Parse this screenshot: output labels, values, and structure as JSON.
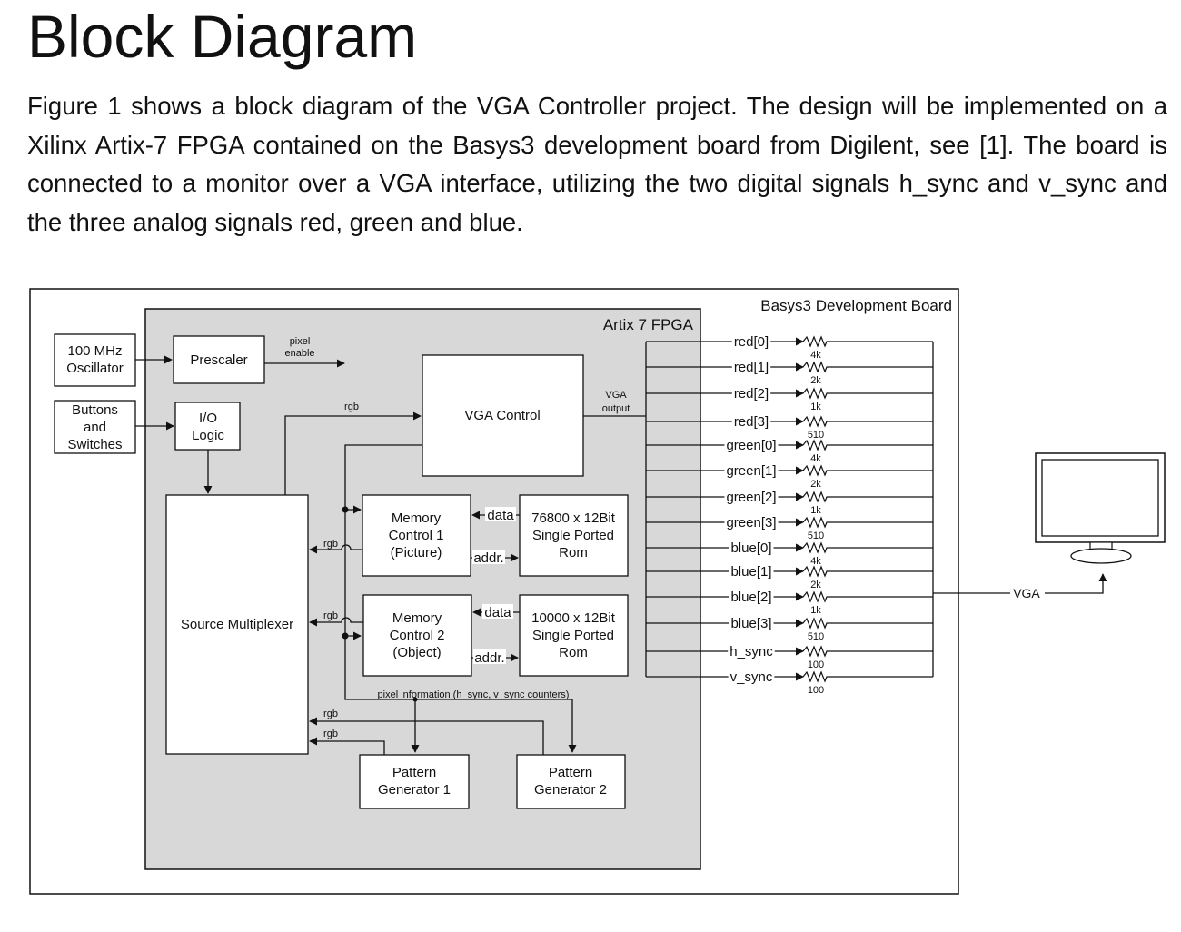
{
  "heading": "Block Diagram",
  "paragraph": "Figure 1 shows a block diagram of the VGA Controller project. The design will be implemented on a Xilinx Artix-7 FPGA contained on the Basys3 development board from Digilent, see [1]. The board is connected to a monitor over a VGA interface, utilizing the two digital signals h_sync and v_sync and the three analog signals red, green and blue.",
  "diagram": {
    "board_label": "Basys3 Development Board",
    "fpga_label": "Artix 7 FPGA",
    "oscillator": [
      "100 MHz",
      "Oscillator"
    ],
    "buttons": [
      "Buttons",
      "and",
      "Switches"
    ],
    "prescaler": "Prescaler",
    "pixel_enable": [
      "pixel",
      "enable"
    ],
    "io_logic": [
      "I/O",
      "Logic"
    ],
    "vga_control": "VGA Control",
    "vga_output": [
      "VGA",
      "output"
    ],
    "source_mux": "Source Multiplexer",
    "mem_ctrl_1": [
      "Memory",
      "Control 1",
      "(Picture)"
    ],
    "mem_ctrl_2": [
      "Memory",
      "Control 2",
      "(Object)"
    ],
    "rom_1": [
      "76800 x 12Bit",
      "Single Ported",
      "Rom"
    ],
    "rom_2": [
      "10000 x 12Bit",
      "Single Ported",
      "Rom"
    ],
    "pattern_gen_1": [
      "Pattern",
      "Generator 1"
    ],
    "pattern_gen_2": [
      "Pattern",
      "Generator 2"
    ],
    "pixel_info": "pixel information (h_sync, v_sync counters)",
    "rgb": "rgb",
    "data": "data",
    "addr": "addr.",
    "vga_label": "VGA",
    "signals": [
      {
        "name": "red[0]",
        "value": "4k"
      },
      {
        "name": "red[1]",
        "value": "2k"
      },
      {
        "name": "red[2]",
        "value": "1k"
      },
      {
        "name": "red[3]",
        "value": "510"
      },
      {
        "name": "green[0]",
        "value": "4k"
      },
      {
        "name": "green[1]",
        "value": "2k"
      },
      {
        "name": "green[2]",
        "value": "1k"
      },
      {
        "name": "green[3]",
        "value": "510"
      },
      {
        "name": "blue[0]",
        "value": "4k"
      },
      {
        "name": "blue[1]",
        "value": "2k"
      },
      {
        "name": "blue[2]",
        "value": "1k"
      },
      {
        "name": "blue[3]",
        "value": "510"
      },
      {
        "name": "h_sync",
        "value": "100"
      },
      {
        "name": "v_sync",
        "value": "100"
      }
    ],
    "colors": {
      "fpga_fill": "#d8d8d8",
      "line": "#111111"
    }
  }
}
